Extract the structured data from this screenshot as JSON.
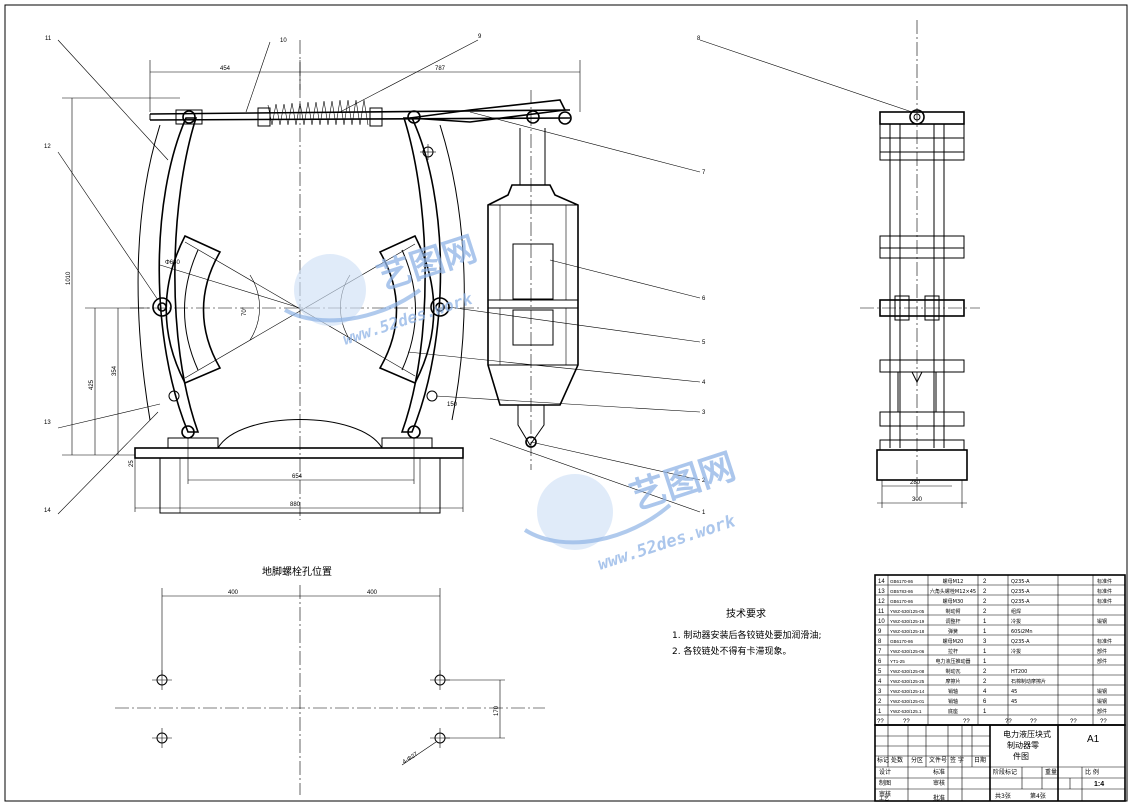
{
  "balloons": [
    "1",
    "2",
    "3",
    "4",
    "5",
    "6",
    "7",
    "8",
    "9",
    "10",
    "11",
    "12",
    "13",
    "14"
  ],
  "dims": {
    "top_left": "454",
    "top_right": "787",
    "height_total": "1010",
    "height_mid": "425",
    "height_low": "354",
    "base_h": "25",
    "radius": "Φ630",
    "angle": "70°",
    "inner_w": "654",
    "outer_w": "880",
    "side_w1": "280",
    "side_w2": "300",
    "small_r": "150",
    "bolt_left": "400",
    "bolt_right": "400",
    "bolt_v": "170",
    "bolt_hole": "4-Φ27"
  },
  "bolt_title": "地脚螺栓孔位置",
  "tech": {
    "title": "技术要求",
    "line1": "1. 制动器安装后各铰链处要加润滑油;",
    "line2": "2. 各铰链处不得有卡滞现象。"
  },
  "bom": [
    {
      "no": "14",
      "code": "GB6170-86",
      "name": "螺母M12",
      "qty": "2",
      "mat": "Q235-A",
      "note": "标准件"
    },
    {
      "no": "13",
      "code": "GB5783-86",
      "name": "六角头螺栓M12×45",
      "qty": "2",
      "mat": "Q235-A",
      "note": "标准件"
    },
    {
      "no": "12",
      "code": "GB6170-86",
      "name": "螺母M30",
      "qty": "2",
      "mat": "Q235-A",
      "note": "标准件"
    },
    {
      "no": "11",
      "code": "YWZ-630/125-05",
      "name": "制动臂",
      "qty": "2",
      "mat": "组焊",
      "note": ""
    },
    {
      "no": "10",
      "code": "YWZ-630/125-19",
      "name": "调整杆",
      "qty": "1",
      "mat": "冷拔",
      "note": "锻钢"
    },
    {
      "no": "9",
      "code": "YWZ-630/125-18",
      "name": "弹簧",
      "qty": "1",
      "mat": "60Si2Mn",
      "note": ""
    },
    {
      "no": "8",
      "code": "GB6170-86",
      "name": "螺母M20",
      "qty": "3",
      "mat": "Q235-A",
      "note": "标准件"
    },
    {
      "no": "7",
      "code": "YWZ-630/125-06",
      "name": "拉杆",
      "qty": "1",
      "mat": "冷拔",
      "note": "部件"
    },
    {
      "no": "6",
      "code": "YT1-25",
      "name": "电力液压推动器",
      "qty": "1",
      "mat": "",
      "note": "部件"
    },
    {
      "no": "5",
      "code": "YWZ-630/125-08",
      "name": "制动瓦",
      "qty": "2",
      "mat": "HT200",
      "note": ""
    },
    {
      "no": "4",
      "code": "YWZ-630/125-25",
      "name": "摩擦片",
      "qty": "2",
      "mat": "石棉制动摩擦片",
      "note": ""
    },
    {
      "no": "3",
      "code": "YWZ-630/125-14",
      "name": "销轴",
      "qty": "4",
      "mat": "45",
      "note": "锻钢"
    },
    {
      "no": "2",
      "code": "YWZ-630/125-01",
      "name": "销轴",
      "qty": "6",
      "mat": "45",
      "note": "锻钢"
    },
    {
      "no": "1",
      "code": "YWZ-630/125.1",
      "name": "底座",
      "qty": "1",
      "mat": "",
      "note": "部件"
    }
  ],
  "bom_header": [
    "??",
    "??",
    "??",
    "??",
    "??",
    "??",
    "??"
  ],
  "title_block": {
    "name1": "电力液压块式",
    "name2": "制动器零",
    "name3": "件图",
    "code": "A1",
    "scale": "1:4",
    "sheets": "共3张",
    "sheet": "第4张",
    "r_biaoji": "标记",
    "r_chushu": "处数",
    "r_fenqu": "分区",
    "r_wenjian": "文件号",
    "r_qianzi": "签 字",
    "r_riqi": "日期",
    "r_sheji": "设计",
    "r_biaozhun": "标准",
    "r_zhitu": "制图",
    "r_shenhe": "审核",
    "r_gongyi": "工艺",
    "r_pizhun": "批准",
    "r_jieduan": "阶段标记",
    "r_zhongliang": "重量",
    "r_bili": "比 例",
    "r_shenhe2": "审核"
  },
  "watermark": {
    "brand": "艺图网",
    "url": "www.52des.work"
  }
}
